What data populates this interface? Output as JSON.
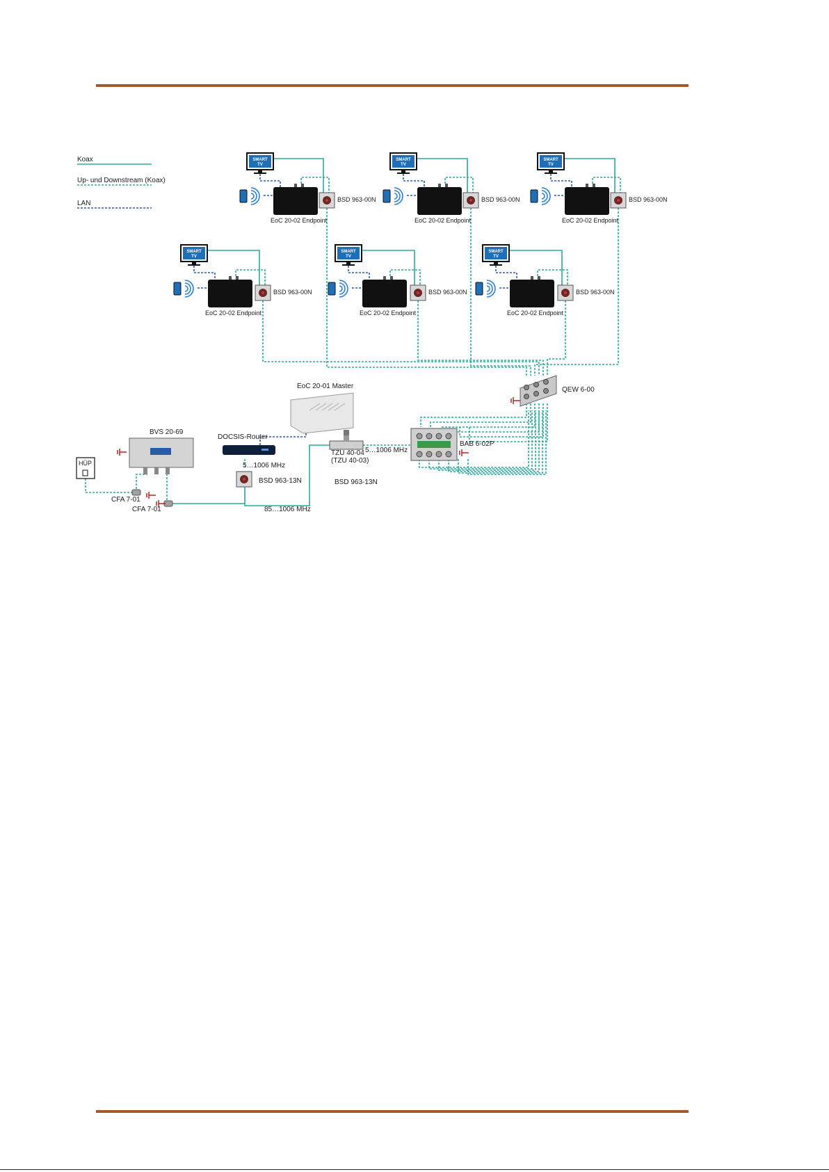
{
  "colors": {
    "rule": "#a55a2a",
    "koax": "#2aa8a0",
    "updown": "#2aa8a0",
    "lan": "#2a5aa8",
    "ground": "#b22222",
    "device_dark": "#111111",
    "wifi": "#2a7fd4"
  },
  "legend": {
    "koax": "Koax",
    "updown": "Up- und Downstream (Koax)",
    "lan": "LAN"
  },
  "rooms": {
    "tv_line1": "SMART",
    "tv_line2": "TV",
    "endpoint": "EoC 20-02 Endpoint",
    "socket": "BSD 963-00N"
  },
  "devices": {
    "qew": "QEW 6-00",
    "master": "EoC 20-01 Master",
    "docsis": "DOCSIS-Router",
    "bvs": "BVS 20-69",
    "hup": "HÜP",
    "cfa_a": "CFA 7-01",
    "cfa_b": "CFA 7-01",
    "bsd13_socket": "BSD 963-13N",
    "bsd13_line": "BSD 963-13N",
    "tzu_1": "TZU 40-04",
    "tzu_2": "(TZU 40-03)",
    "bab": "BAB 6-02P"
  },
  "frequencies": {
    "router_band": "5…1006 MHz",
    "tzu_band": "5…1006 MHz",
    "feed_band": "85…1006 MHz"
  }
}
